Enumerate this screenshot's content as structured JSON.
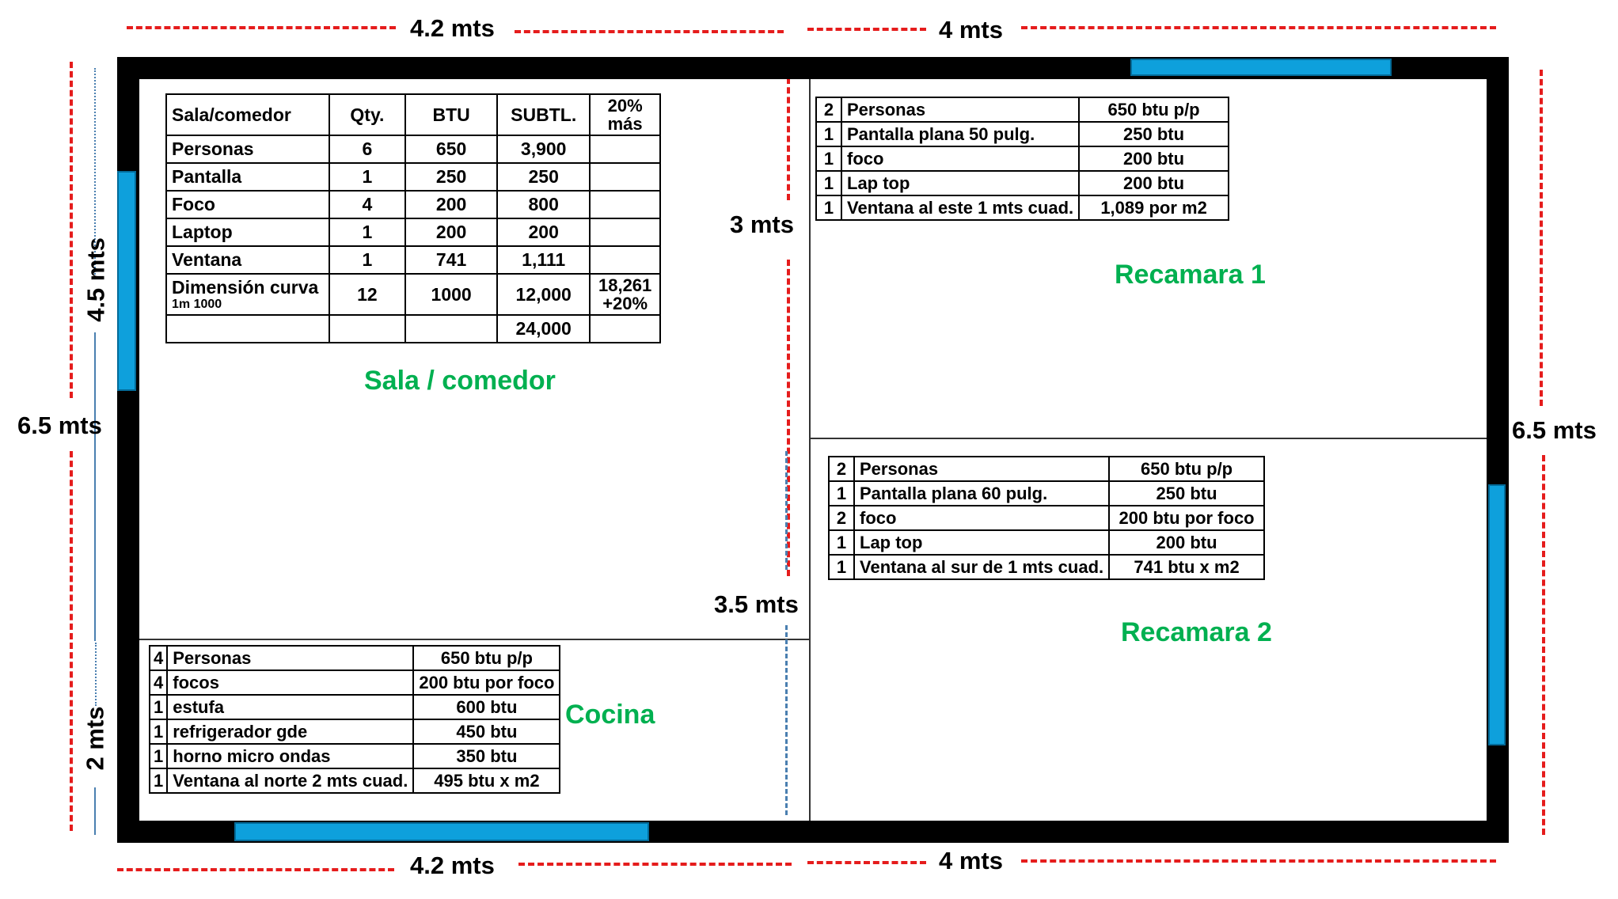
{
  "dimensions": {
    "top_left": "4.2 mts",
    "top_right": "4 mts",
    "bottom_left": "4.2 mts",
    "bottom_right": "4 mts",
    "left_total": "6.5 mts",
    "right_total": "6.5 mts",
    "left_upper": "4.5 mts",
    "left_lower": "2 mts",
    "mid_upper": "3 mts",
    "mid_lower": "3.5 mts"
  },
  "rooms": {
    "sala": "Sala / comedor",
    "recamara1": "Recamara 1",
    "recamara2": "Recamara 2",
    "cocina": "Cocina"
  },
  "sala_table": {
    "headers": [
      "Sala/comedor",
      "Qty.",
      "BTU",
      "SUBTL.",
      "20% más"
    ],
    "rows": [
      {
        "item": "Personas",
        "qty": "6",
        "btu": "650",
        "subtotal": "3,900",
        "extra": ""
      },
      {
        "item": "Pantalla",
        "qty": "1",
        "btu": "250",
        "subtotal": "250",
        "extra": ""
      },
      {
        "item": "Foco",
        "qty": "4",
        "btu": "200",
        "subtotal": "800",
        "extra": ""
      },
      {
        "item": "Laptop",
        "qty": "1",
        "btu": "200",
        "subtotal": "200",
        "extra": ""
      },
      {
        "item": "Ventana",
        "qty": "1",
        "btu": "741",
        "subtotal": "1,111",
        "extra": ""
      }
    ],
    "curve_row": {
      "item": "Dimensión curva",
      "note": "1m 1000",
      "qty": "12",
      "btu": "1000",
      "subtotal": "12,000",
      "extra": "18,261 +20%"
    },
    "total": "24,000"
  },
  "recamara1_table": [
    {
      "qty": "2",
      "item": "Personas",
      "btu": "650 btu p/p"
    },
    {
      "qty": "1",
      "item": "Pantalla plana 50 pulg.",
      "btu": "250 btu"
    },
    {
      "qty": "1",
      "item": "foco",
      "btu": "200 btu"
    },
    {
      "qty": "1",
      "item": "Lap top",
      "btu": "200 btu"
    },
    {
      "qty": "1",
      "item": "Ventana al este 1 mts cuad.",
      "btu": "1,089 por m2"
    }
  ],
  "recamara2_table": [
    {
      "qty": "2",
      "item": "Personas",
      "btu": "650 btu p/p"
    },
    {
      "qty": "1",
      "item": "Pantalla plana 60 pulg.",
      "btu": "250 btu"
    },
    {
      "qty": "2",
      "item": "foco",
      "btu": "200 btu por foco"
    },
    {
      "qty": "1",
      "item": "Lap top",
      "btu": "200 btu"
    },
    {
      "qty": "1",
      "item": "Ventana al sur de 1 mts cuad.",
      "btu": "741 btu x m2"
    }
  ],
  "cocina_table": [
    {
      "qty": "4",
      "item": "Personas",
      "btu": "650 btu p/p"
    },
    {
      "qty": "4",
      "item": "focos",
      "btu": "200 btu por foco"
    },
    {
      "qty": "1",
      "item": "estufa",
      "btu": "600 btu"
    },
    {
      "qty": "1",
      "item": "refrigerador gde",
      "btu": "450 btu"
    },
    {
      "qty": "1",
      "item": "horno micro ondas",
      "btu": "350 btu"
    },
    {
      "qty": "1",
      "item": "Ventana al norte 2 mts cuad.",
      "btu": "495 btu x m2"
    }
  ],
  "colors": {
    "wall": "#000000",
    "window": "#0ea0dc",
    "dimension_line": "#e51c1c",
    "room_label": "#00b050",
    "guide_line": "#4a7fb0"
  }
}
